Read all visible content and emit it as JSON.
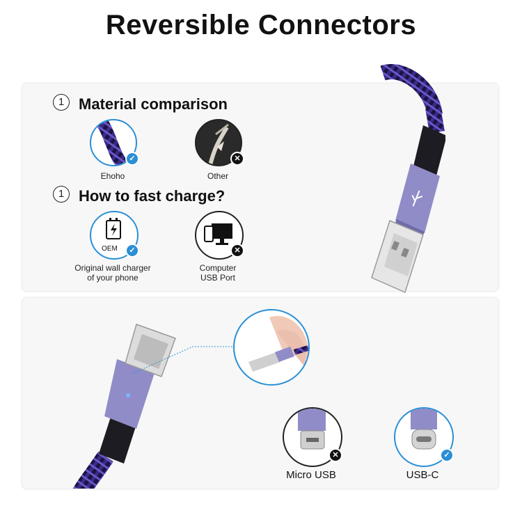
{
  "title": "Reversible Connectors",
  "section1": {
    "number": "1",
    "heading": "Material comparison",
    "good_label": "Ehoho",
    "bad_label": "Other"
  },
  "section2": {
    "number": "1",
    "heading": "How to fast charge?",
    "good_label_line1": "Original wall charger",
    "good_label_line2": "of your phone",
    "oem_text": "OEM",
    "bad_label_line1": "Computer",
    "bad_label_line2": "USB Port"
  },
  "connectors": {
    "micro_label": "Micro USB",
    "usbc_label": "USB-C"
  },
  "colors": {
    "accent_blue": "#2a8fd6",
    "cable_purple": "#5b3fa8",
    "connector_lavender": "#8f8cc8",
    "bad_black": "#111111"
  },
  "icons": [
    "check-icon",
    "cross-icon",
    "usb-symbol-icon",
    "charger-icon",
    "computer-icon",
    "phone-icon"
  ]
}
